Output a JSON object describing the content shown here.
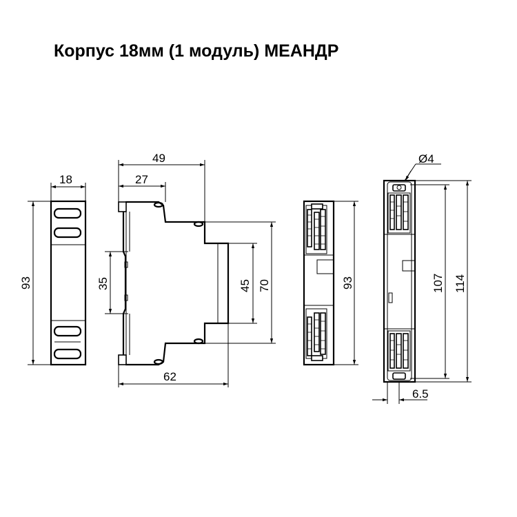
{
  "title": "Корпус 18мм (1 модуль) МЕАНДР",
  "front_view": {
    "width": "18",
    "height": "93"
  },
  "side_view": {
    "depth_total": "49",
    "depth_front": "27",
    "din_rail": "35",
    "front_height": "45",
    "mid_height": "70",
    "base_depth": "62"
  },
  "back_view": {
    "height": "93"
  },
  "end_view": {
    "hole": "Ø4",
    "inner_height": "107",
    "outer_height": "114",
    "offset": "6.5"
  }
}
